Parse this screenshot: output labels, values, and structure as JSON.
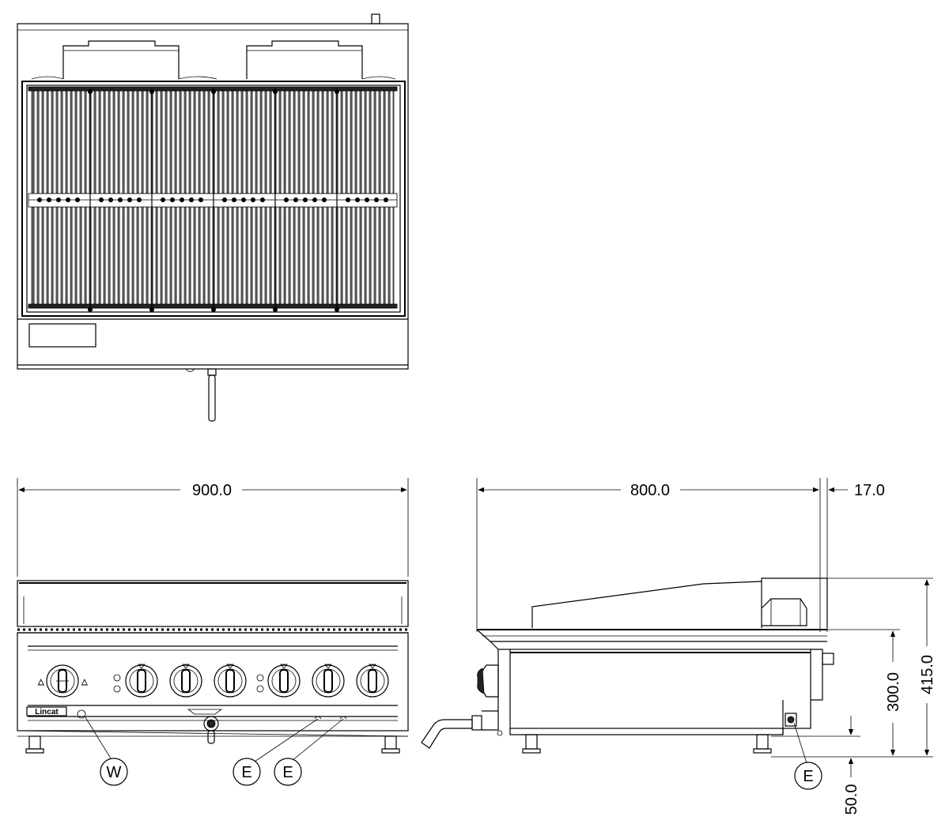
{
  "dimensions": {
    "front_width": "900.0",
    "side_depth": "800.0",
    "side_offset": "17.0",
    "overall_height": "415.0",
    "body_height": "300.0",
    "leg_height": "50.0"
  },
  "callouts": {
    "water": "W",
    "electric_1": "E",
    "electric_2": "E",
    "electric_side": "E"
  },
  "brand_label": "Lincat"
}
